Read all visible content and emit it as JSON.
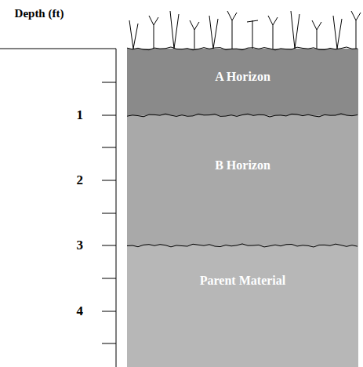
{
  "diagram": {
    "nodes": [
      {
        "text": [
          "A Horizon"
        ]
      },
      {
        "text": [
          "B Horizon"
        ]
      },
      {
        "text": [
          "Parent Material"
        ]
      }
    ],
    "labels": [
      "Depth (ft)",
      "1",
      "2",
      "3",
      "4"
    ]
  }
}
